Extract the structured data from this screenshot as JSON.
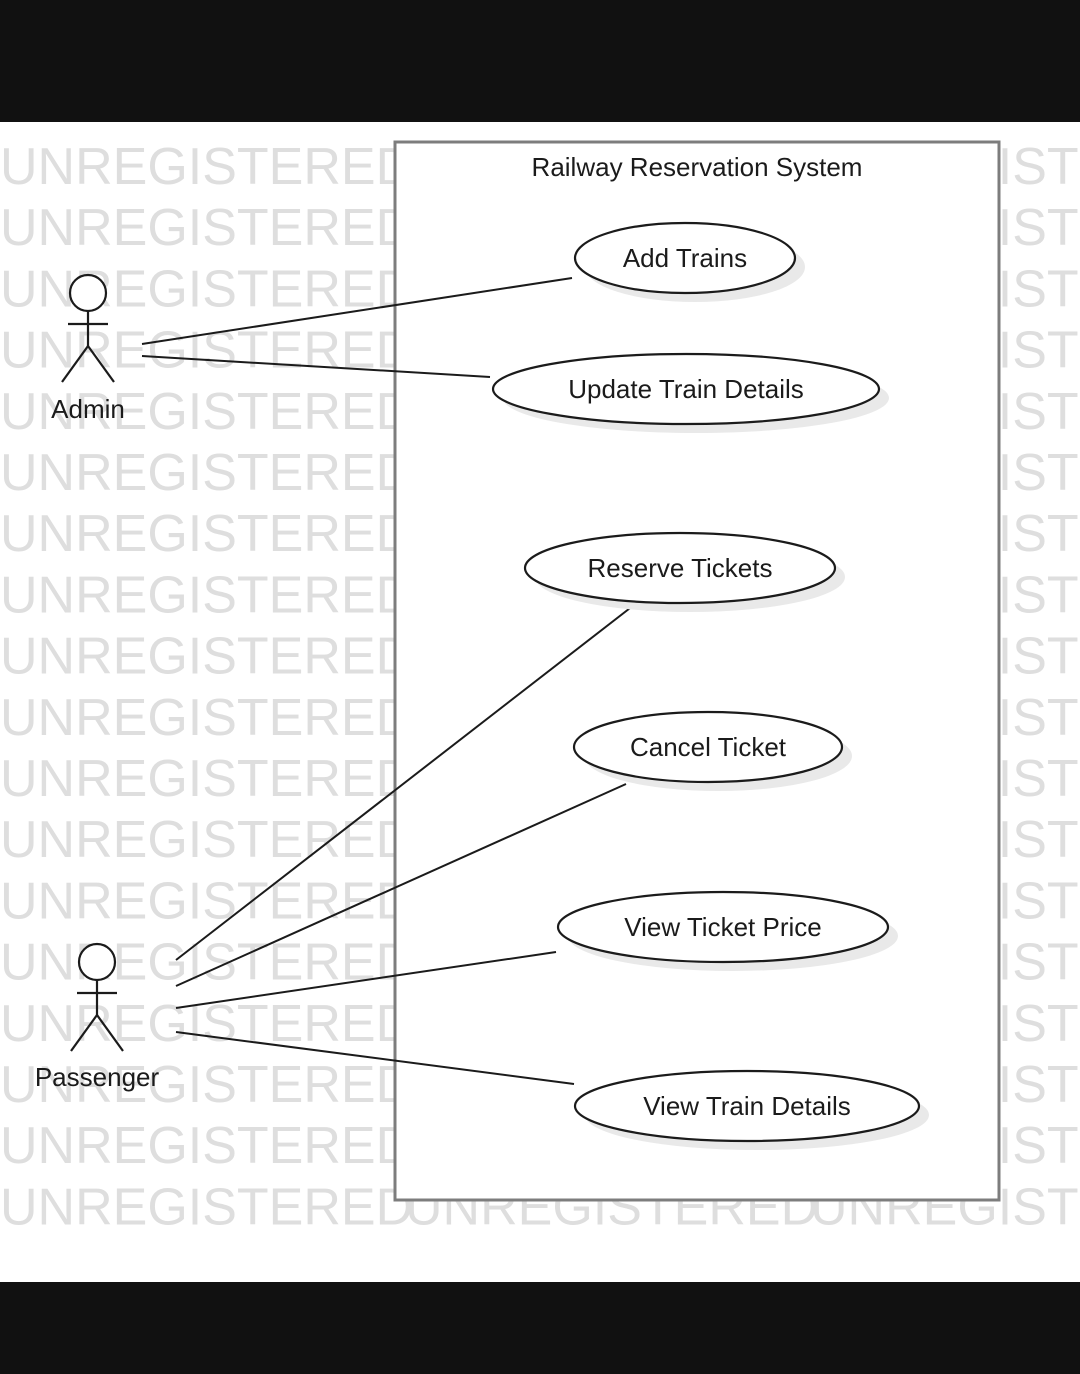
{
  "diagram": {
    "system_title": "Railway Reservation System",
    "watermark": "UNREGISTERED",
    "actors": [
      {
        "id": "admin",
        "label": "Admin"
      },
      {
        "id": "passenger",
        "label": "Passenger"
      }
    ],
    "use_cases": [
      {
        "id": "add-trains",
        "label": "Add Trains"
      },
      {
        "id": "update-train-details",
        "label": "Update Train Details"
      },
      {
        "id": "reserve-tickets",
        "label": "Reserve Tickets"
      },
      {
        "id": "cancel-ticket",
        "label": "Cancel Ticket"
      },
      {
        "id": "view-ticket-price",
        "label": "View Ticket Price"
      },
      {
        "id": "view-train-details",
        "label": "View Train Details"
      }
    ],
    "associations": [
      {
        "actor": "admin",
        "use_case": "add-trains"
      },
      {
        "actor": "admin",
        "use_case": "update-train-details"
      },
      {
        "actor": "passenger",
        "use_case": "reserve-tickets"
      },
      {
        "actor": "passenger",
        "use_case": "cancel-ticket"
      },
      {
        "actor": "passenger",
        "use_case": "view-ticket-price"
      },
      {
        "actor": "passenger",
        "use_case": "view-train-details"
      }
    ]
  }
}
